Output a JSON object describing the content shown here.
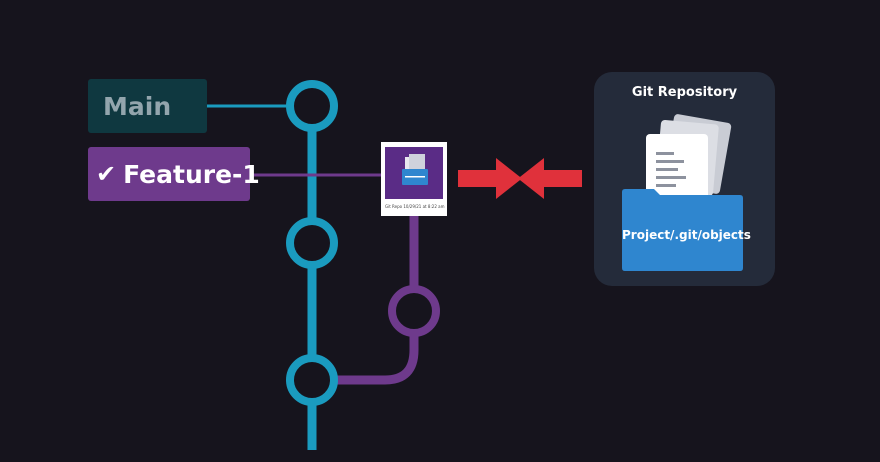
{
  "branches": {
    "main_label": "Main",
    "feature_label": "Feature-1",
    "feature_check_icon": "check-icon"
  },
  "snapshot": {
    "caption": "Git Repo 10/29/21 at 8:22 am"
  },
  "repository": {
    "title": "Git Repository",
    "folder_label": "Project/.git/objects"
  },
  "colors": {
    "background": "#16141d",
    "main_branch": "#1a9bbf",
    "feature_branch": "#6e3a8c",
    "arrows": "#e0313b",
    "folder": "#2f86cf",
    "panel": "#242b3a"
  }
}
